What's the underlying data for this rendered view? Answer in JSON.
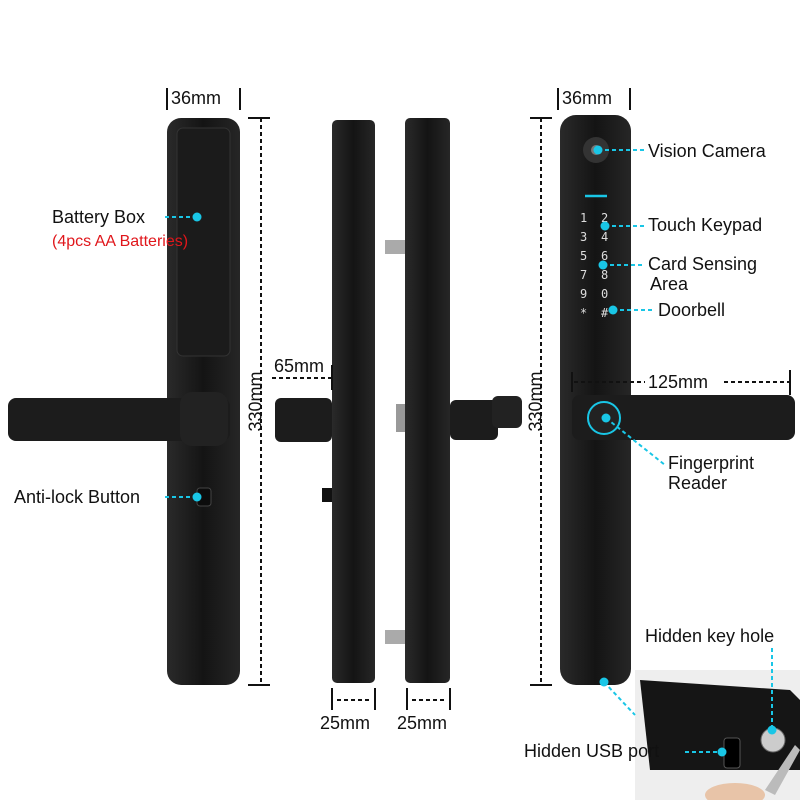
{
  "dimensions": {
    "left_width": "36mm",
    "right_width": "36mm",
    "left_height": "330mm",
    "right_height": "330mm",
    "spindle_length": "65mm",
    "side_thickness_1": "25mm",
    "side_thickness_2": "25mm",
    "handle_length": "125mm"
  },
  "labels": {
    "battery_box": "Battery Box",
    "battery_note": "(4pcs AA Batteries)",
    "anti_lock": "Anti-lock Button",
    "vision_camera": "Vision Camera",
    "touch_keypad": "Touch Keypad",
    "card_sensing_1": "Card Sensing",
    "card_sensing_2": "Area",
    "doorbell": "Doorbell",
    "fingerprint_1": "Fingerprint",
    "fingerprint_2": "Reader",
    "hidden_key_hole": "Hidden key hole",
    "hidden_usb": "Hidden USB port"
  },
  "keypad": [
    "1",
    "2",
    "3",
    "4",
    "5",
    "6",
    "7",
    "8",
    "9",
    "0",
    "*",
    "#"
  ],
  "colors": {
    "accent": "#19c6e6",
    "warning_text": "#e0161b",
    "body": "#1a1a1a"
  }
}
